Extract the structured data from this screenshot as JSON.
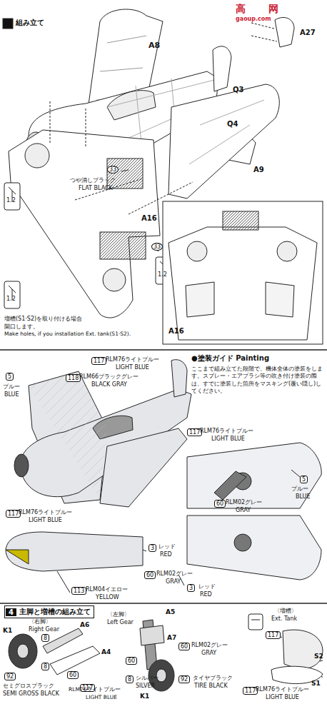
{
  "diagram": {
    "nodes": [
      {
        "text": [
          "組み立て"
        ]
      },
      {
        "text": [
          "4",
          "主脚と増槽の組み立て"
        ]
      }
    ],
    "labels": [
      "A8",
      "A27",
      "Q3",
      "Q4",
      "A9",
      "A16",
      "33",
      "つや消しブラック",
      "FLAT BLACK",
      "33",
      "1.2",
      "1.2",
      "1.2",
      "増槽(S1·S2)を取り付ける場合",
      "開口します。",
      "Make holes, if you installation Ext. tank(S1·S2).",
      "A16",
      "5",
      "ブルー",
      "BLUE",
      "117",
      "RLM76ライトブルー",
      "LIGHT BLUE",
      "118",
      "RLM66ブラックグレー",
      "BLACK GRAY",
      "●塗装ガイド Painting",
      "ここまで組み立てた段階で、機体全体の塗装をします。スプレー・エアブラシ等の吹き付け塗装の際は、すでに塗装した箇所をマスキング(覆い隠し)してください。",
      "5",
      "ブルー",
      "BLUE",
      "117",
      "RLM76ライトブルー",
      "LIGHT BLUE",
      "60",
      "RLM02グレー",
      "GRAY",
      "117",
      "RLM76ライトブルー",
      "LIGHT BLUE",
      "3",
      "レッド",
      "RED",
      "60",
      "RLM02グレー",
      "GRAY",
      "113",
      "RLM04イエロー",
      "YELLOW",
      "3",
      "レッド",
      "RED",
      "〈右脚〉",
      "Right Gear",
      "〈左脚〉",
      "Left Gear",
      "A5",
      "A7",
      "〈増槽〉",
      "Ext. Tank",
      "K1",
      "A6",
      "A4",
      "8",
      "8",
      "60",
      "92",
      "セミグロスブラック",
      "SEMI GROSS BLACK",
      "60",
      "60",
      "RLM02グレー",
      "GRAY",
      "8",
      "シルバー",
      "SILVER",
      "K1",
      "92",
      "タイヤブラック",
      "TIRE BLACK",
      "117",
      "RLM76ライトブルー",
      "LIGHT BLUE",
      "117",
      "S2",
      "S1",
      "117",
      "RLM76ライトブルー",
      "LIGHT BLUE",
      "高",
      "网",
      "gaoup.com"
    ]
  }
}
